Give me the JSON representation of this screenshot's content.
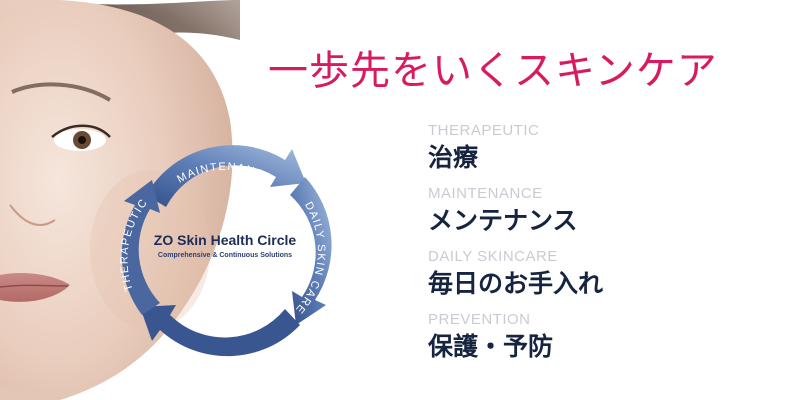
{
  "headline": "一歩先をいくスキンケア",
  "circle": {
    "segments": {
      "maintenance": "MAINTENANCE",
      "daily": "DAILY SKIN CARE",
      "prevention": "PREVENTION",
      "therapeutic": "THERAPEUTIC"
    },
    "brand": "ZO",
    "title_rest": " Skin Health Circle",
    "subtitle": "Comprehensive & Continuous Solutions",
    "colors": {
      "ring_dark": "#3a5a95",
      "ring_light": "#9fb7d9"
    }
  },
  "menu": [
    {
      "en": "THERAPEUTIC",
      "jp": "治療"
    },
    {
      "en": "MAINTENANCE",
      "jp": "メンテナンス"
    },
    {
      "en": "DAILY SKINCARE",
      "jp": "毎日のお手入れ"
    },
    {
      "en": "PREVENTION",
      "jp": "保護・予防"
    }
  ],
  "colors": {
    "headline": "#d81b60",
    "menu_en": "#c8ccd2",
    "menu_jp": "#16243f"
  }
}
